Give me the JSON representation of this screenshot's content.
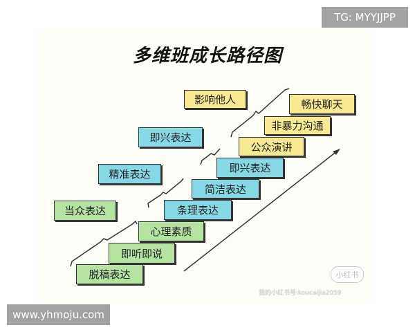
{
  "watermarks": {
    "top_right": "TG: MYYJJPP",
    "bottom_left": "www.yhmoju.com",
    "xhs_badge": "小红书",
    "xhs_id": "我的小红书号:koucaijia2059"
  },
  "diagram": {
    "title": "多维班成长路径图",
    "colors": {
      "green": "#b5e3a2",
      "blue": "#86d8e4",
      "yellow": "#f7ea92"
    },
    "stairs": [
      {
        "label": "脱稿表达",
        "color": "green"
      },
      {
        "label": "即听即说",
        "color": "green"
      },
      {
        "label": "心理素质",
        "color": "green"
      },
      {
        "label": "条理表达",
        "color": "blue"
      },
      {
        "label": "简洁表达",
        "color": "blue"
      },
      {
        "label": "即兴表达",
        "color": "blue"
      },
      {
        "label": "公众演讲",
        "color": "yellow"
      },
      {
        "label": "非暴力沟通",
        "color": "yellow"
      },
      {
        "label": "畅快聊天",
        "color": "yellow"
      }
    ],
    "groups": [
      {
        "label": "当众表达",
        "color": "green"
      },
      {
        "label": "精准表达",
        "color": "blue"
      },
      {
        "label": "即兴表达",
        "color": "blue"
      },
      {
        "label": "影响他人",
        "color": "yellow"
      }
    ]
  }
}
